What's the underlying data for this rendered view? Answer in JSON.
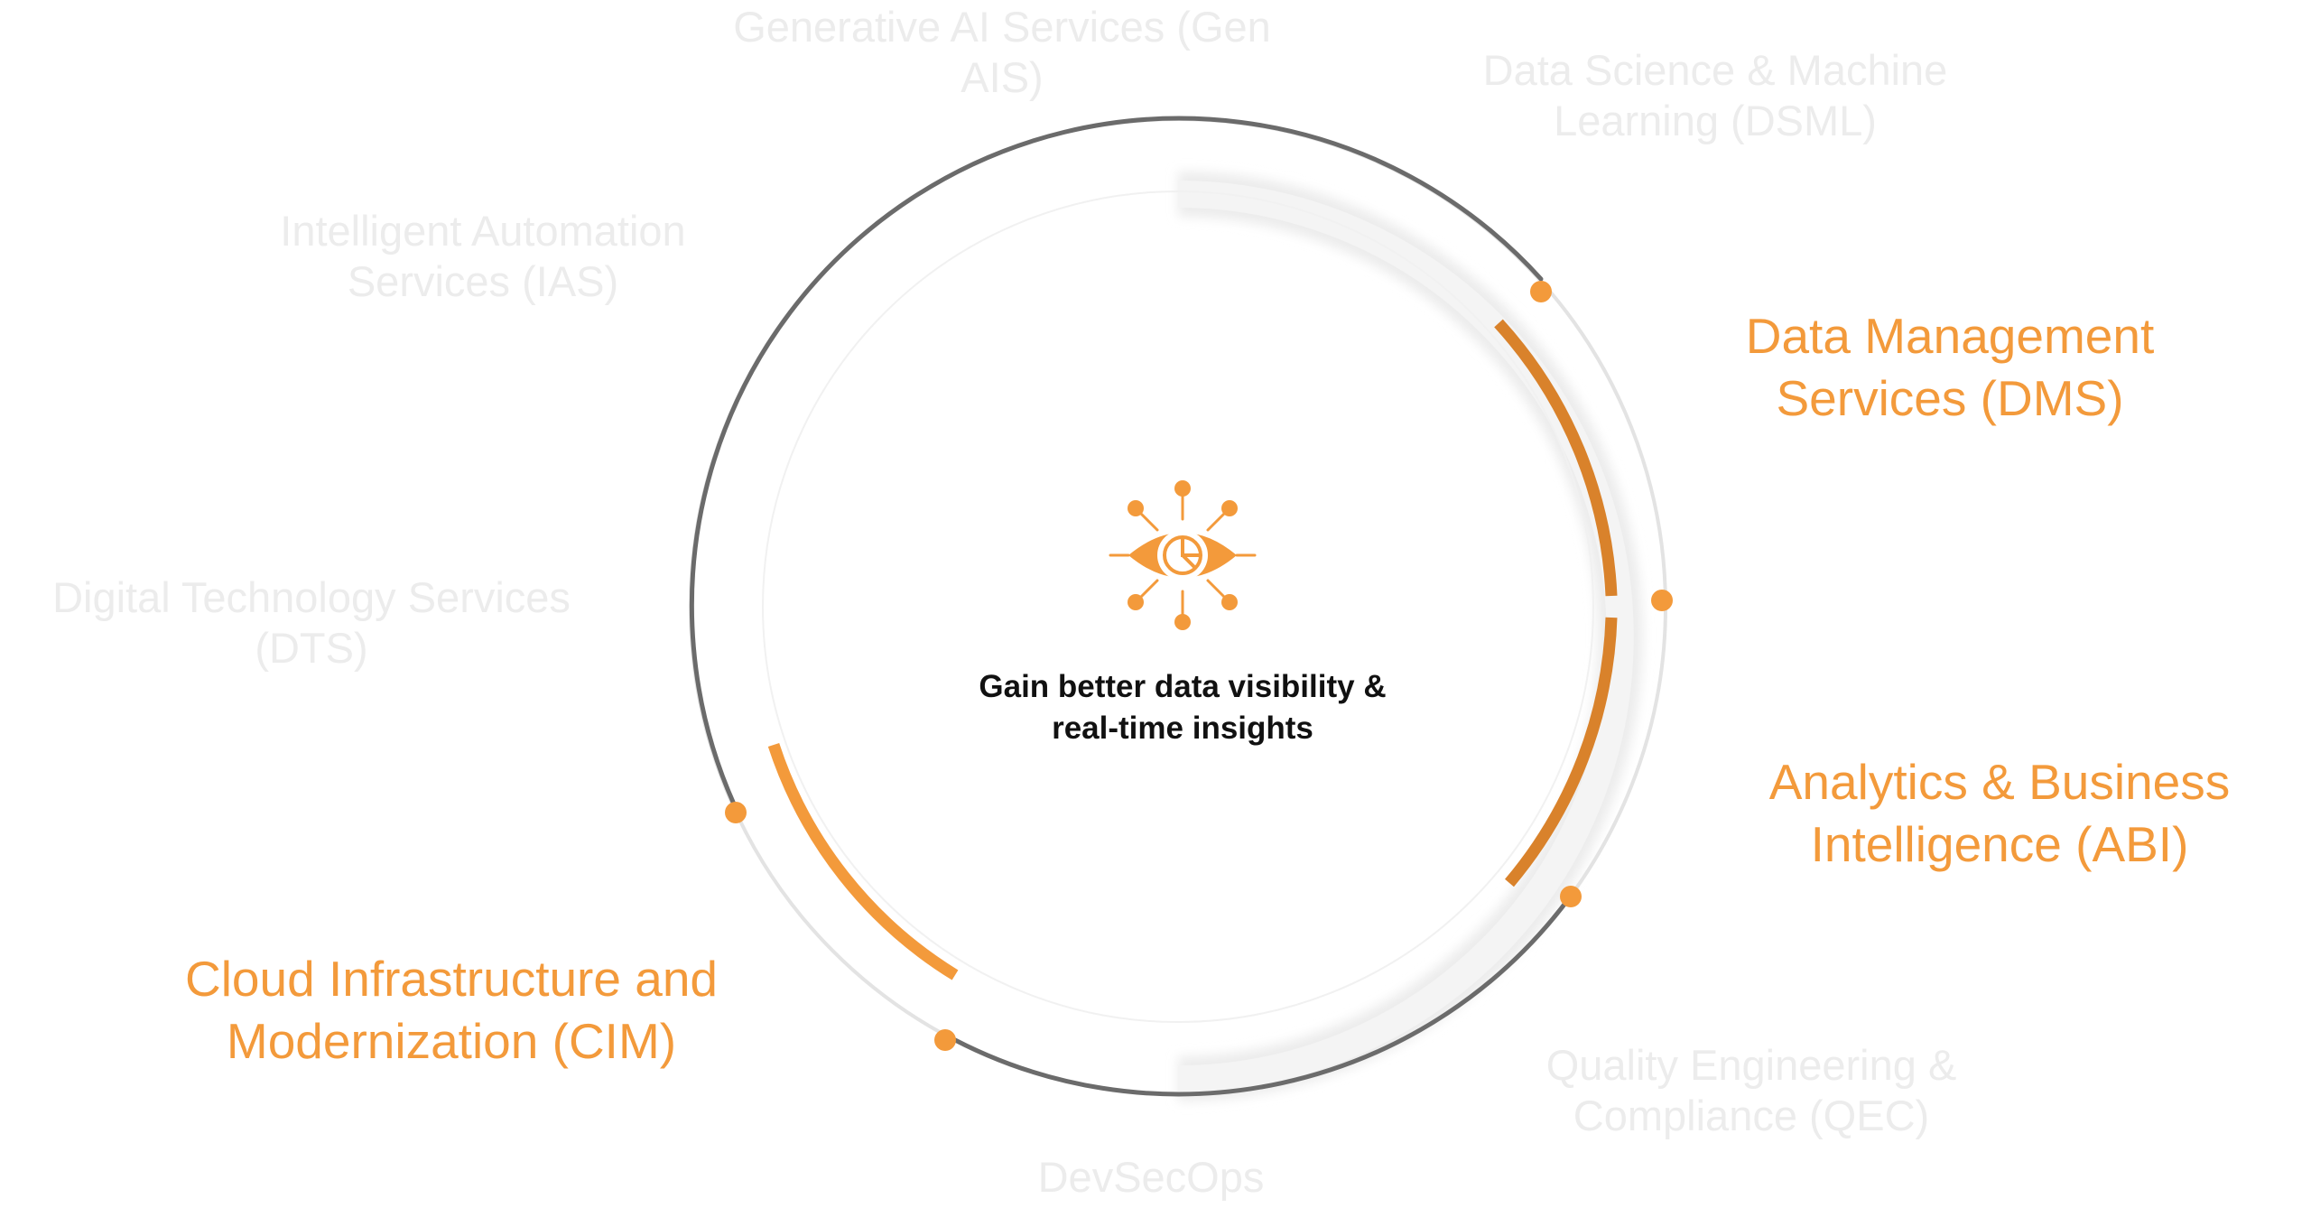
{
  "center": {
    "line1": "Gain better data visibility &",
    "line2": "real-time insights",
    "icon": "eye-chart-icon"
  },
  "colors": {
    "accent": "#f39a3b",
    "accent_dark": "#d9822b",
    "ring_dark": "#6b6b6b",
    "ring_light": "#e3e3e3",
    "muted_text": "#ececec",
    "center_text": "#111111"
  },
  "services": [
    {
      "id": "gen-ais",
      "line1": "Generative AI Services (Gen",
      "line2": "AIS)",
      "active": false
    },
    {
      "id": "dsml",
      "line1": "Data Science & Machine",
      "line2": "Learning (DSML)",
      "active": false
    },
    {
      "id": "ias",
      "line1": "Intelligent Automation",
      "line2": "Services (IAS)",
      "active": false
    },
    {
      "id": "dms",
      "line1": "Data Management",
      "line2": "Services (DMS)",
      "active": true
    },
    {
      "id": "dts",
      "line1": "Digital Technology Services",
      "line2": "(DTS)",
      "active": false
    },
    {
      "id": "abi",
      "line1": "Analytics & Business",
      "line2": "Intelligence (ABI)",
      "active": true
    },
    {
      "id": "cim",
      "line1": "Cloud Infrastructure and",
      "line2": "Modernization (CIM)",
      "active": true
    },
    {
      "id": "qec",
      "line1": "Quality Engineering &",
      "line2": "Compliance (QEC)",
      "active": false
    },
    {
      "id": "devsecops",
      "line1": "DevSecOps",
      "line2": "",
      "active": false
    }
  ]
}
